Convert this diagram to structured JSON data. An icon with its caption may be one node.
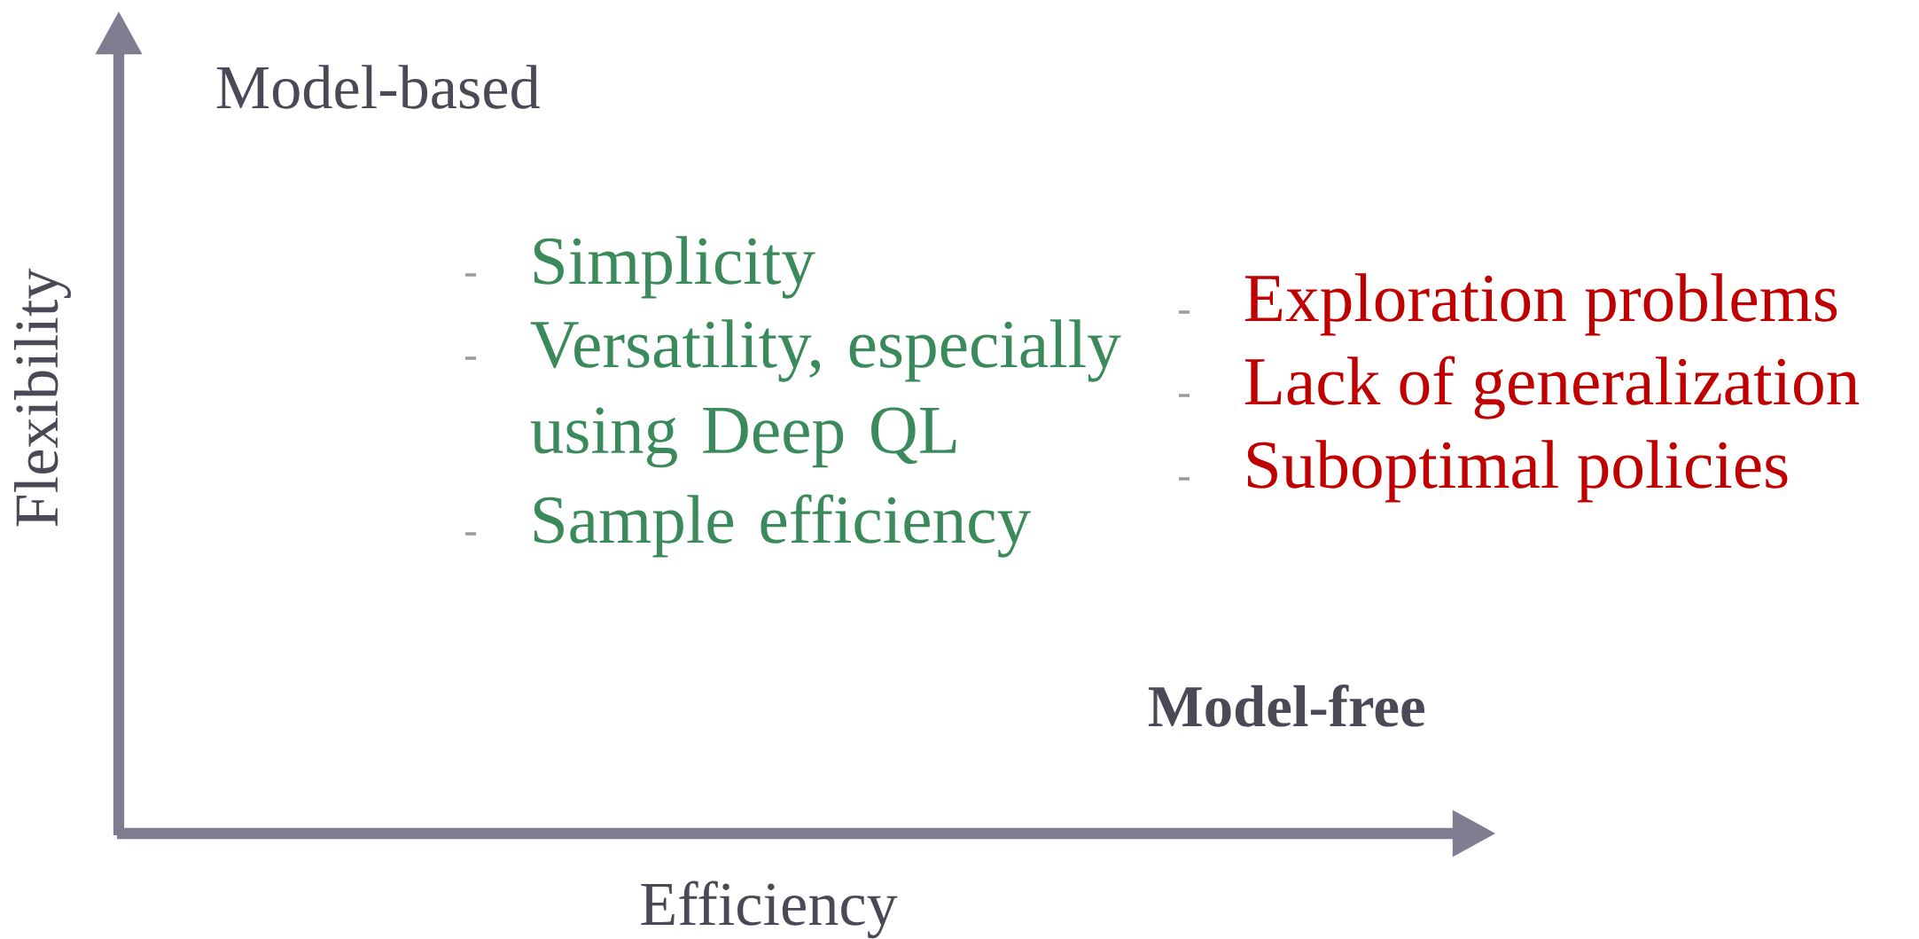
{
  "diagram": {
    "labels": [
      "Model-based",
      "Flexibility",
      "Simplicity",
      "Versatility, especially using Deep QL",
      "Sample efficiency",
      "Exploration problems",
      "Lack of generalization",
      "Suboptimal policies",
      "Model-free",
      "Efficiency"
    ]
  }
}
